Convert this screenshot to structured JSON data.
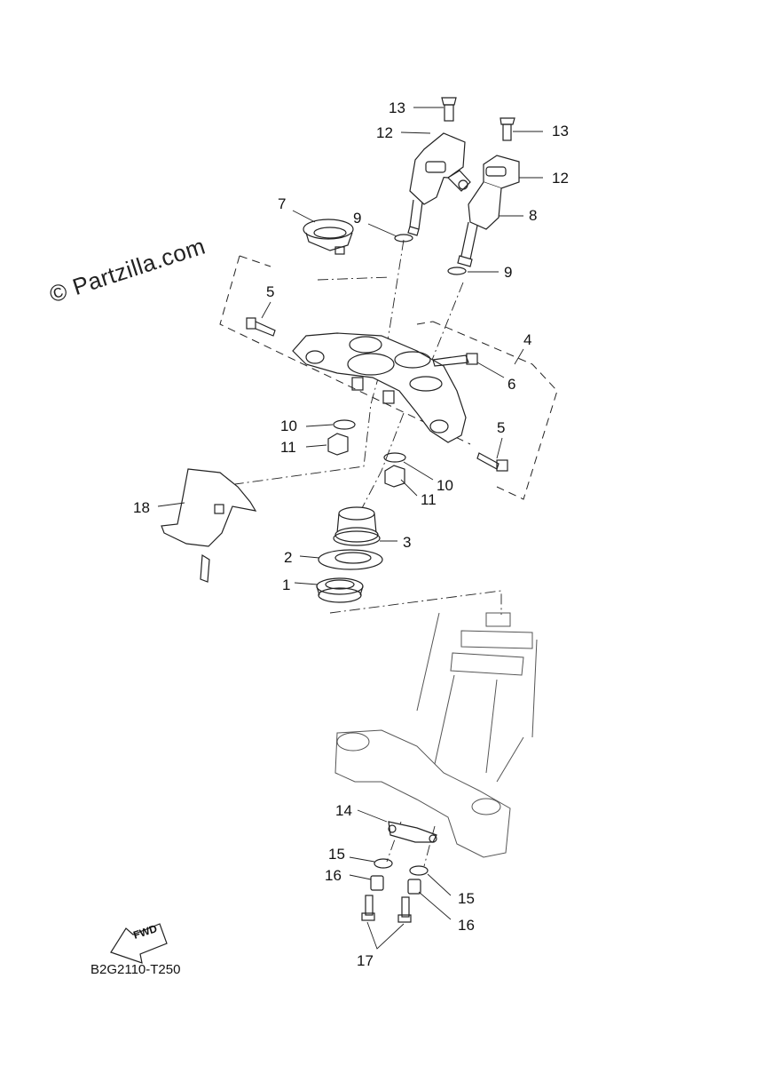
{
  "watermark": "© Partzilla.com",
  "diagram_code": "B2G2110-T250",
  "fwd_label": "FWD",
  "callouts": [
    {
      "id": "c13a",
      "label": "13"
    },
    {
      "id": "c12a",
      "label": "12"
    },
    {
      "id": "c13b",
      "label": "13"
    },
    {
      "id": "c12b",
      "label": "12"
    },
    {
      "id": "c7",
      "label": "7"
    },
    {
      "id": "c9a",
      "label": "9"
    },
    {
      "id": "c8",
      "label": "8"
    },
    {
      "id": "c9b",
      "label": "9"
    },
    {
      "id": "c5a",
      "label": "5"
    },
    {
      "id": "c4",
      "label": "4"
    },
    {
      "id": "c6",
      "label": "6"
    },
    {
      "id": "c10a",
      "label": "10"
    },
    {
      "id": "c5b",
      "label": "5"
    },
    {
      "id": "c11a",
      "label": "11"
    },
    {
      "id": "c10b",
      "label": "10"
    },
    {
      "id": "c11b",
      "label": "11"
    },
    {
      "id": "c18",
      "label": "18"
    },
    {
      "id": "c3",
      "label": "3"
    },
    {
      "id": "c2",
      "label": "2"
    },
    {
      "id": "c1",
      "label": "1"
    },
    {
      "id": "c14",
      "label": "14"
    },
    {
      "id": "c15a",
      "label": "15"
    },
    {
      "id": "c16a",
      "label": "16"
    },
    {
      "id": "c15b",
      "label": "15"
    },
    {
      "id": "c16b",
      "label": "16"
    },
    {
      "id": "c17",
      "label": "17"
    }
  ]
}
